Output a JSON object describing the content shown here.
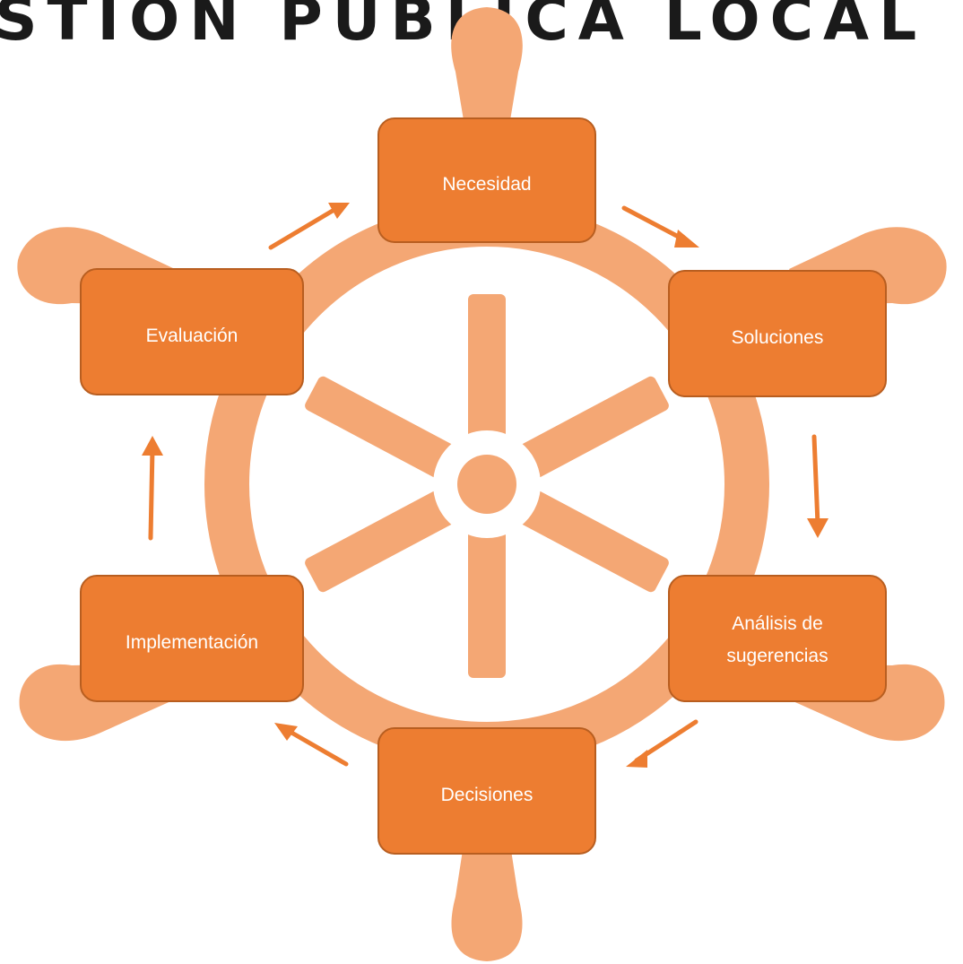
{
  "title": "STIÓN PÚBLICA LOCAL",
  "colors": {
    "box_fill": "#ed7d31",
    "box_border": "#b85e20",
    "wheel": "#f4a774",
    "arrow": "#ed7d31",
    "label_text": "#ffffff",
    "title_text": "#1a1a1a"
  },
  "cycle": {
    "steps": [
      {
        "name": "necesidad",
        "lines": [
          "Necesidad"
        ]
      },
      {
        "name": "soluciones",
        "lines": [
          "Soluciones"
        ]
      },
      {
        "name": "analisis-de-sugerencias",
        "lines": [
          "Análisis de",
          "sugerencias"
        ]
      },
      {
        "name": "decisiones",
        "lines": [
          "Decisiones"
        ]
      },
      {
        "name": "implementacion",
        "lines": [
          "Implementación"
        ]
      },
      {
        "name": "evaluacion",
        "lines": [
          "Evaluación"
        ]
      }
    ]
  }
}
